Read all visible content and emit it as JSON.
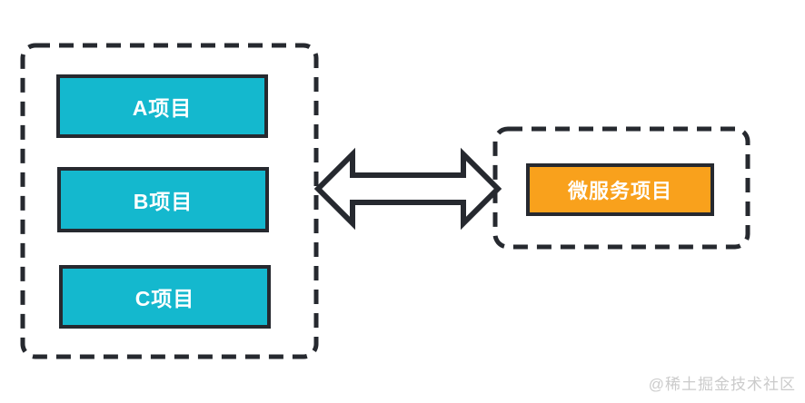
{
  "diagram": {
    "left_group": {
      "boxes": [
        {
          "label": "A项目"
        },
        {
          "label": "B项目"
        },
        {
          "label": "C项目"
        }
      ]
    },
    "right_group": {
      "boxes": [
        {
          "label": "微服务项目"
        }
      ]
    },
    "arrow": {
      "type": "double-headed"
    },
    "watermark": "@稀土掘金技术社区"
  },
  "colors": {
    "box-cyan": "#14b8ce",
    "box-orange": "#f9a11c",
    "ink": "#26292f",
    "label-text": "#ffffff",
    "watermark": "#cbcbcb",
    "background": "#ffffff"
  }
}
